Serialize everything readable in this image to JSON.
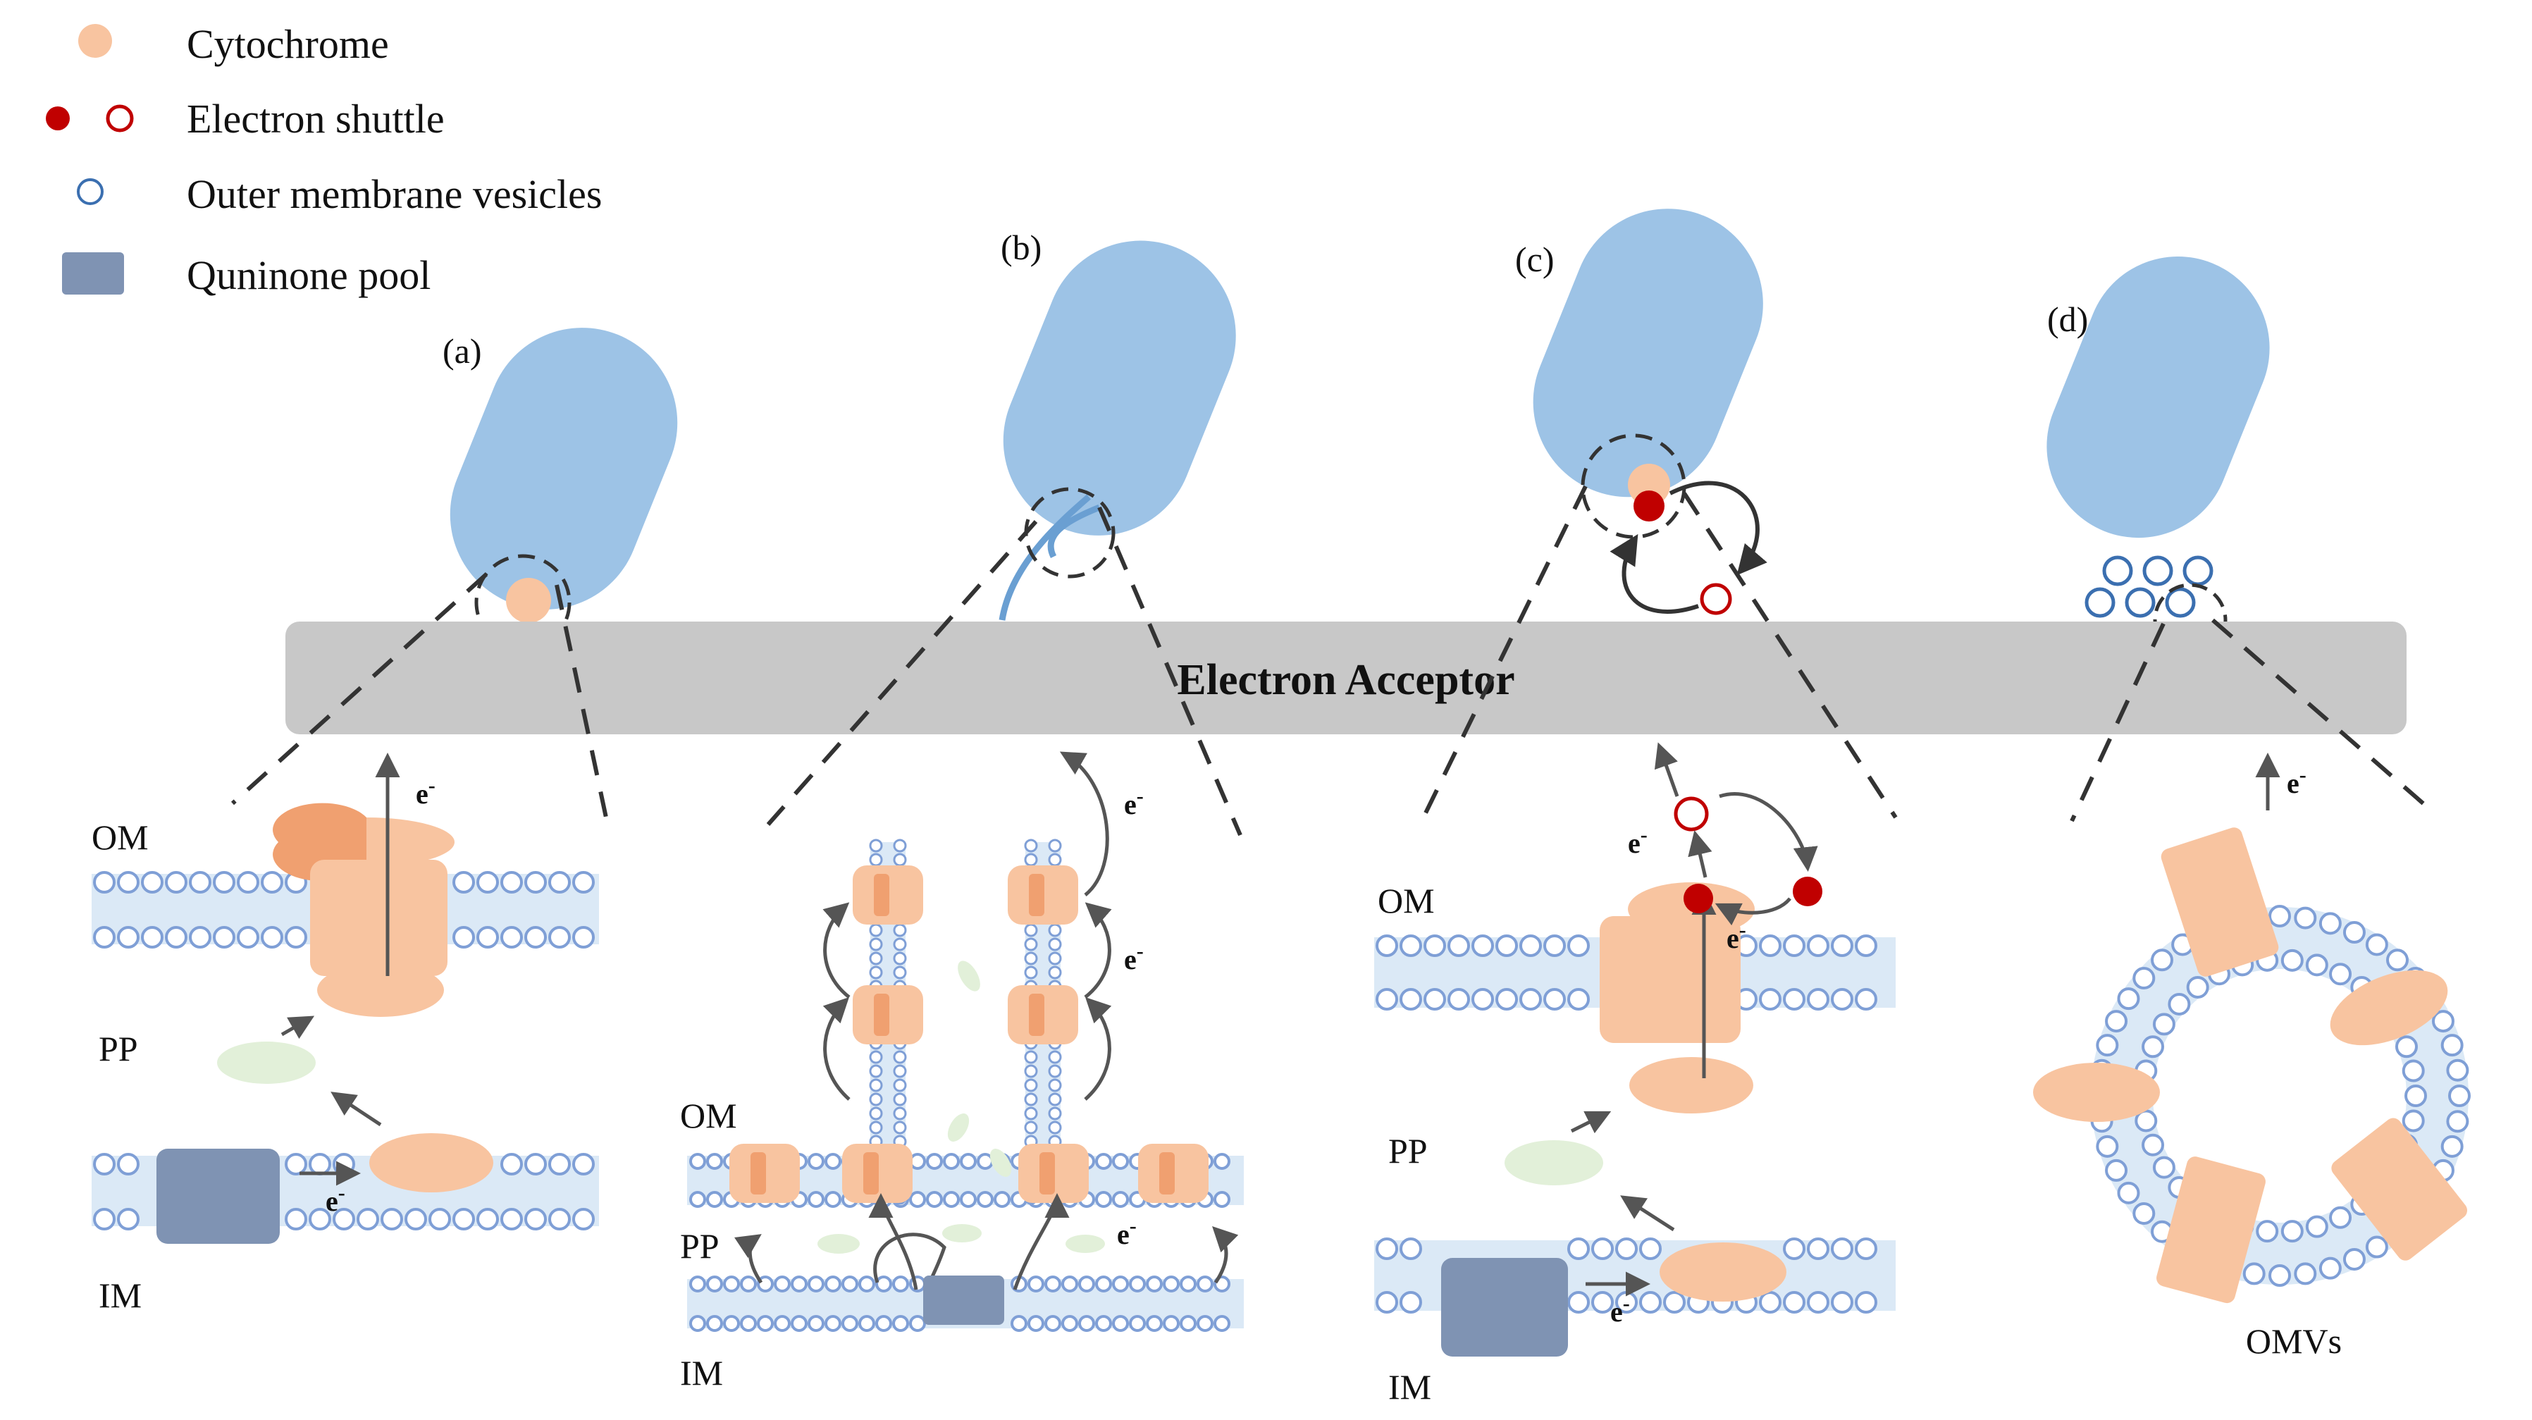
{
  "legend": {
    "cytochrome": "Cytochrome",
    "electron_shuttle": "Electron shuttle",
    "omv": "Outer membrane vesicles",
    "quinone_pool": "Quninone pool"
  },
  "acceptor_label": "Electron Acceptor",
  "panels": {
    "a": "(a)",
    "b": "(b)",
    "c": "(c)",
    "d": "(d)"
  },
  "membrane_labels": {
    "om": "OM",
    "pp": "PP",
    "im": "IM",
    "omvs": "OMVs"
  },
  "electron_label": "e-",
  "colors": {
    "cell": "#9dc3e6",
    "cytochrome": "#f8c4a0",
    "cytochrome_dark": "#f0a070",
    "shuttle": "#c00000",
    "membrane_fill": "#dbe9f6",
    "membrane_ring": "#7f9fd6",
    "quinone": "#7f93b3",
    "acceptor": "#c8c8c8",
    "green_blob": "#e2f0d9",
    "arrow": "#555555"
  }
}
